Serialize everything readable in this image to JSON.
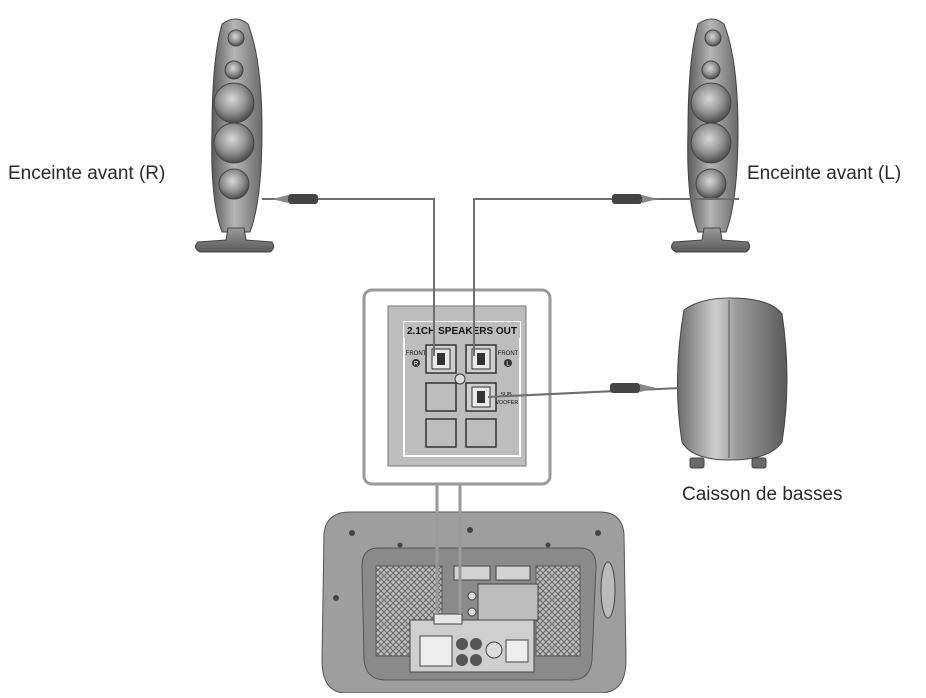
{
  "labels": {
    "front_right": "Enceinte avant (R)",
    "front_left": "Enceinte avant (L)",
    "subwoofer": "Caisson de basses"
  },
  "panel": {
    "title": "2.1CH SPEAKERS OUT",
    "front_r": "FRONT",
    "front_r_mark": "R",
    "front_l": "FRONT",
    "front_l_mark": "L",
    "sub_line1": "SUB",
    "sub_line2": "WOOFER"
  },
  "colors": {
    "speaker_body": "#8a8a8a",
    "cable": "#6e6e6e",
    "panel_bg": "#bdbdbd",
    "highlight_frame": "#9a9a9a"
  }
}
